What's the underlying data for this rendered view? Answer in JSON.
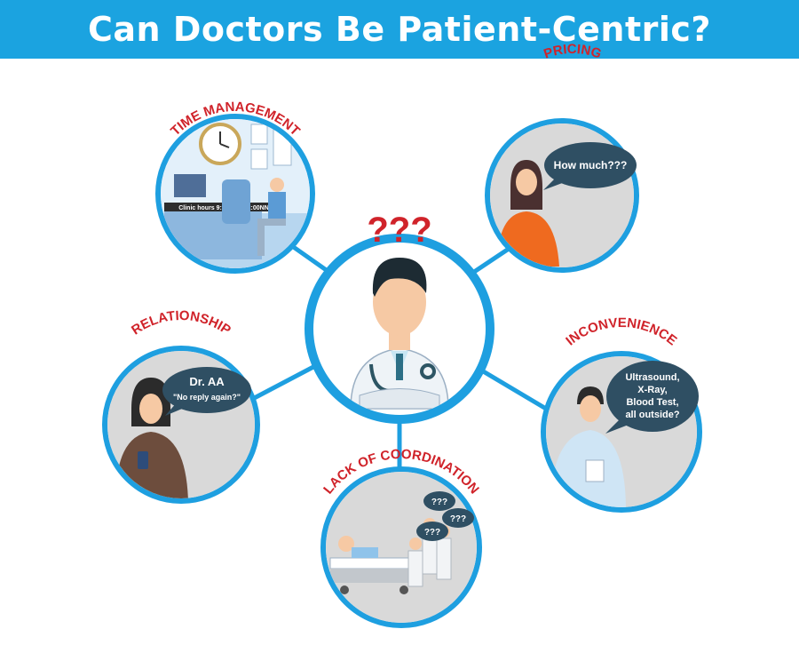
{
  "title": "Can Doctors Be Patient-Centric?",
  "center": {
    "question": "???"
  },
  "topics": {
    "time_management": {
      "label": "TIME MANAGEMENT",
      "sign": "Clinic hours 9:00AM - 12:00NN"
    },
    "pricing": {
      "label": "PRICING",
      "bubble": "How much???"
    },
    "relationship": {
      "label": "RELATIONSHIP",
      "bubble_line1": "Dr. AA",
      "bubble_line2": "\"No reply again?\""
    },
    "inconvenience": {
      "label": "INCONVENIENCE",
      "bubble_lines": [
        "Ultrasound,",
        "X-Ray,",
        "Blood Test,",
        "all outside?"
      ]
    },
    "coordination": {
      "label": "LACK OF COORDINATION",
      "bubbles": [
        "???",
        "???",
        "???"
      ]
    }
  },
  "colors": {
    "header": "#1ba3e0",
    "ring": "#1e9fe0",
    "label": "#d0232a",
    "bubble": "#2f4f63",
    "circle_bg": "#d9d9d9"
  }
}
